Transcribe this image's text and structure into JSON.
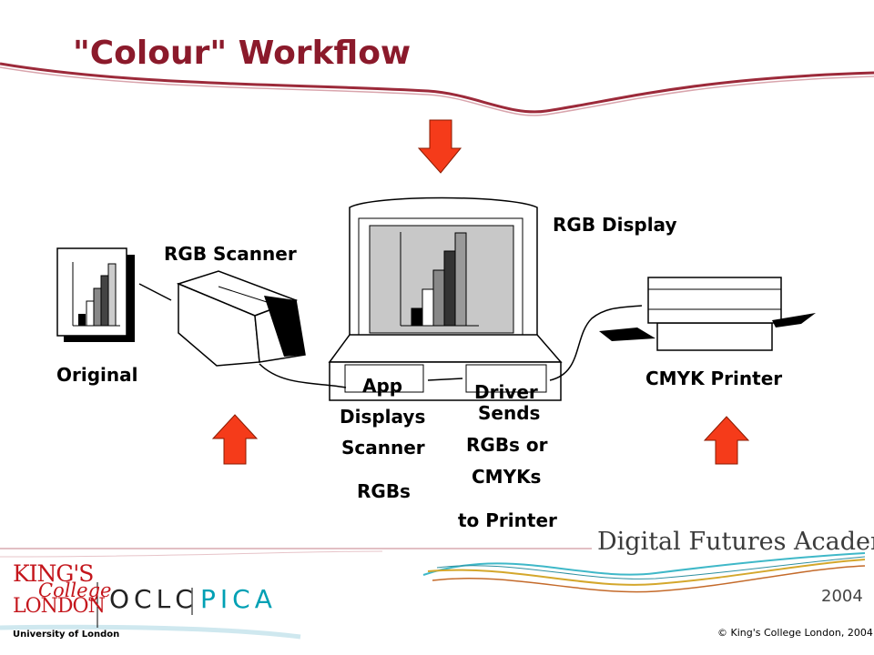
{
  "slide": {
    "title": "\"Colour\" Workflow"
  },
  "diagram": {
    "labels": {
      "original": "Original",
      "rgb_scanner": "RGB Scanner",
      "rgb_display": "RGB Display",
      "cmyk_printer": "CMYK Printer",
      "app": "App",
      "app_line1": "Displays",
      "app_line2": "Scanner",
      "app_line3": "RGBs",
      "driver": "Driver",
      "driver_line1": "Sends",
      "driver_line2": "RGBs or",
      "driver_line3": "CMYKs",
      "driver_line4": "to Printer"
    },
    "arrows": {
      "color": "#f53b1a"
    }
  },
  "footer": {
    "academy": "Digital Futures Academy",
    "year": "2004",
    "copyright": "© King's College London, 2004",
    "university": "University of London",
    "oclc": "OCLC",
    "pica": "PICA",
    "kings_line1": "KING'S",
    "kings_line2": "College",
    "kings_line3": "LONDON"
  },
  "colors": {
    "title": "#8b1a2b",
    "accent_red": "#c4161c",
    "swoosh_teal": "#3fb8c8",
    "swoosh_gold": "#d4a72c"
  }
}
